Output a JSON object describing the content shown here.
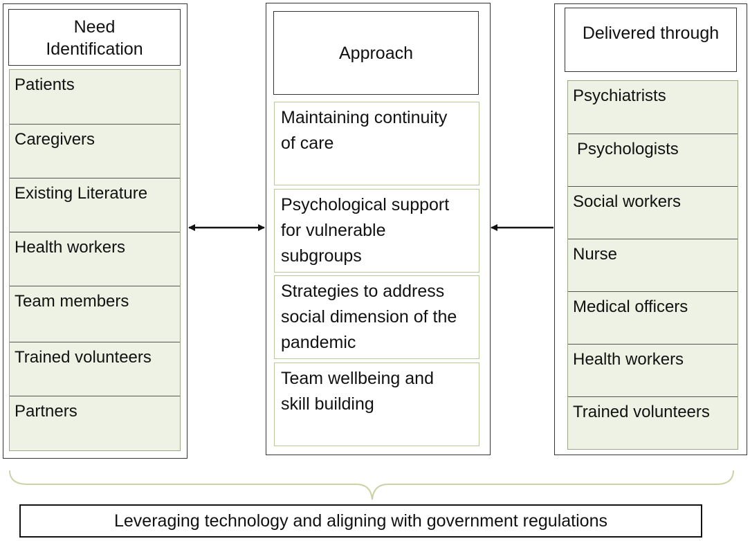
{
  "need_identification": {
    "title": "Need Identification",
    "items": [
      "Patients",
      "Caregivers",
      "Existing Literature",
      "Health workers",
      "Team members",
      "Trained volunteers",
      "Partners"
    ]
  },
  "approach": {
    "title": "Approach",
    "items": [
      "Maintaining continuity of care",
      "Psychological support for vulnerable subgroups",
      "Strategies to address social dimension of the pandemic",
      "Team wellbeing and skill building"
    ]
  },
  "delivered_through": {
    "title": "Delivered through",
    "items": [
      "Psychiatrists",
      "Psychologists",
      "Social workers",
      "Nurse",
      "Medical officers",
      "Health workers",
      "Trained volunteers"
    ]
  },
  "footer": {
    "text": "Leveraging technology and aligning with government regulations"
  },
  "colors": {
    "cell_fill": "#eef2e4",
    "approach_border": "#b8c89a",
    "brace": "#c9d3a6",
    "line": "#111111"
  }
}
